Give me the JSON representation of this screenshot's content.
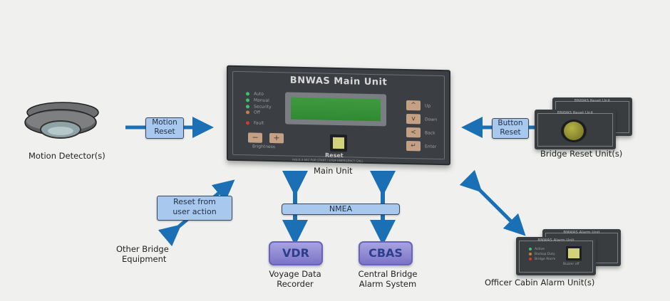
{
  "diagram": {
    "title": "BNWAS system overview",
    "main_unit": {
      "caption": "Main Unit",
      "panel_title": "BNWAS Main Unit",
      "indicators": [
        {
          "label": "Auto",
          "color": "#3cc36a"
        },
        {
          "label": "Manual",
          "color": "#3cc36a"
        },
        {
          "label": "Security",
          "color": "#3cc36a"
        },
        {
          "label": "Off",
          "color": "#c7803a"
        },
        {
          "label": "Fault",
          "color": "#d23a30"
        }
      ],
      "brightness_label": "Brightness",
      "brightness_minus": "−",
      "brightness_plus": "+",
      "reset_label": "Reset",
      "reset_hint": "HOLD 3 SEC FOR START / STOP EMERGENCY CALL",
      "nav_buttons": [
        {
          "glyph": "^",
          "label": "Up",
          "icon": "chevron-up-icon"
        },
        {
          "glyph": "v",
          "label": "Down",
          "icon": "chevron-down-icon"
        },
        {
          "glyph": "<",
          "label": "Back",
          "icon": "chevron-left-icon"
        },
        {
          "glyph": "↵",
          "label": "Enter",
          "icon": "enter-icon"
        }
      ],
      "lcd_color": "#2f8a32"
    },
    "motion_detector": {
      "caption": "Motion Detector(s)",
      "link_label_line1": "Motion",
      "link_label_line2": "Reset"
    },
    "bridge_reset": {
      "caption": "Bridge Reset Unit(s)",
      "panel_title": "BNWAS Reset Unit",
      "link_label_line1": "Button",
      "link_label_line2": "Reset"
    },
    "other_equipment": {
      "caption_line1": "Other Bridge",
      "caption_line2": "Equipment",
      "link_label_line1": "Reset from",
      "link_label_line2": "user action"
    },
    "nmea": {
      "label": "NMEA"
    },
    "vdr": {
      "label": "VDR",
      "caption_line1": "Voyage Data",
      "caption_line2": "Recorder"
    },
    "cbas": {
      "label": "CBAS",
      "caption_line1": "Central Bridge",
      "caption_line2": "Alarm System"
    },
    "cabin_alarm": {
      "caption": "Officer Cabin Alarm Unit(s)",
      "panel_title": "BNWAS Alarm Unit",
      "indicators": [
        {
          "label": "Active",
          "color": "#3cc36a"
        },
        {
          "label": "Backup Duty",
          "color": "#c7803a"
        },
        {
          "label": "Bridge Alarm",
          "color": "#d23a30"
        }
      ],
      "button_label": "Buzzer off"
    },
    "colors": {
      "arrow": "#1a6fb5",
      "link_box": "#a9c8ee",
      "system_box": "#8a84d2",
      "background": "#f0f0ef"
    }
  }
}
